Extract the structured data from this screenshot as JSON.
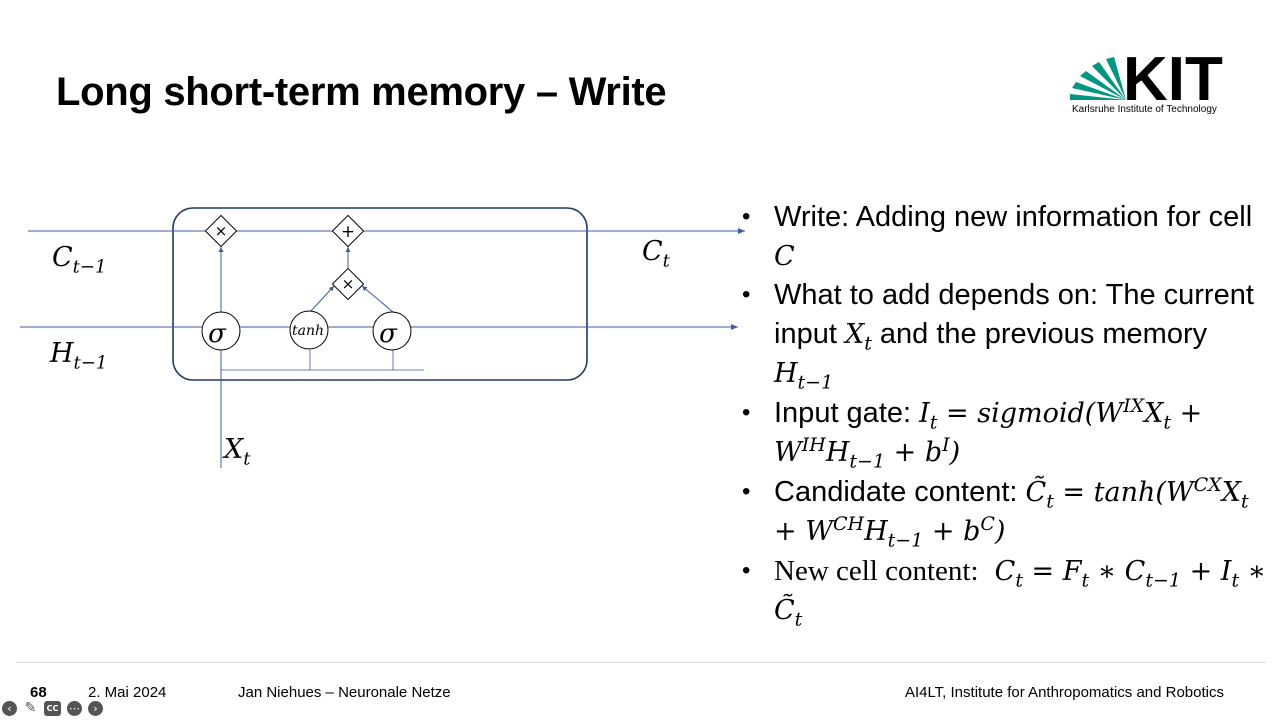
{
  "slide": {
    "title": "Long short-term memory – Write"
  },
  "logo": {
    "text": "KIT",
    "caption": "Karlsruhe Institute of Technology",
    "brand_color": "#009682"
  },
  "diagram": {
    "labels": {
      "c_prev": {
        "base": "C",
        "sub": "t−1"
      },
      "h_prev": {
        "base": "H",
        "sub": "t−1"
      },
      "c_out": {
        "base": "C",
        "sub": "t"
      },
      "x_in": {
        "base": "X",
        "sub": "t"
      }
    },
    "ops": {
      "multiply_top": "×",
      "add": "+",
      "multiply_mid": "×"
    },
    "activations": {
      "sigma_left": "σ",
      "tanh": "tanh",
      "sigma_right": "σ"
    },
    "line_color": "#3b5e9c",
    "box_color": "#1f3864"
  },
  "bullets": {
    "b1": {
      "prefix": "Write: Adding new information for cell ",
      "math": "C"
    },
    "b2": {
      "text": "What to add depends on: The current input ",
      "x_base": "X",
      "x_sub": "t",
      "mid": " and the previous memory ",
      "h_base": "H",
      "h_sub": "t−1"
    },
    "b3": {
      "prefix": "Input gate: ",
      "formula": "I_t = sigmoid(W^IX X_t + W^IH H_t−1 + b^I)"
    },
    "b4": {
      "prefix": "Candidate content: ",
      "formula": "C̃_t = tanh(W^CX X_t + W^CH H_t−1 + b^C)"
    },
    "b5": {
      "prefix": "New cell content:",
      "formula": "C_t = F_t ∗ C_t−1 + I_t ∗ C̃_t"
    }
  },
  "footer": {
    "page_number": "68",
    "date": "2. Mai 2024",
    "author": "Jan Niehues – Neuronale Netze",
    "institute": "AI4LT, Institute for Anthropomatics and Robotics"
  },
  "controls": {
    "icons": [
      "back-icon",
      "pen-icon",
      "captions-icon",
      "more-icon",
      "forward-icon"
    ]
  }
}
